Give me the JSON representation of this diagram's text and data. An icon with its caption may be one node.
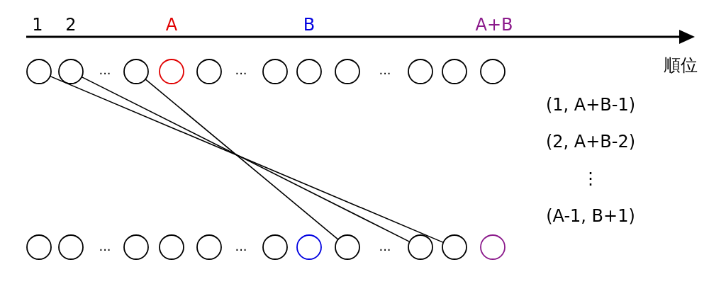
{
  "diagram": {
    "nodes": [
      {
        "text": [],
        "shape": "circle"
      },
      {
        "text": [],
        "shape": "circle"
      },
      {
        "text": [],
        "shape": "circle"
      },
      {
        "text": [],
        "shape": "circle"
      },
      {
        "text": [],
        "shape": "circle"
      },
      {
        "text": [],
        "shape": "circle"
      },
      {
        "text": [],
        "shape": "circle"
      },
      {
        "text": [],
        "shape": "circle"
      },
      {
        "text": [],
        "shape": "circle"
      },
      {
        "text": [],
        "shape": "circle"
      },
      {
        "text": [],
        "shape": "circle"
      },
      {
        "text": [],
        "shape": "circle"
      },
      {
        "text": [],
        "shape": "circle"
      },
      {
        "text": [],
        "shape": "circle"
      },
      {
        "text": [],
        "shape": "circle"
      },
      {
        "text": [],
        "shape": "circle"
      },
      {
        "text": [],
        "shape": "circle"
      },
      {
        "text": [],
        "shape": "circle"
      },
      {
        "text": [],
        "shape": "circle"
      },
      {
        "text": [],
        "shape": "circle"
      },
      {
        "text": [],
        "shape": "circle"
      },
      {
        "text": [],
        "shape": "circle"
      }
    ],
    "edges": [
      {
        "from": 0,
        "to": 20,
        "arrow": "none"
      },
      {
        "from": 1,
        "to": 19,
        "arrow": "none"
      },
      {
        "from": 2,
        "to": 18,
        "arrow": "none"
      }
    ],
    "labels": [
      "1",
      "2",
      "A",
      "B",
      "A+B",
      "順位",
      "...",
      "...",
      "...",
      "(1, A+B-1)",
      "(2, A+B-2)",
      "⋮",
      "(A-1, B+1)",
      "...",
      "...",
      "..."
    ]
  }
}
